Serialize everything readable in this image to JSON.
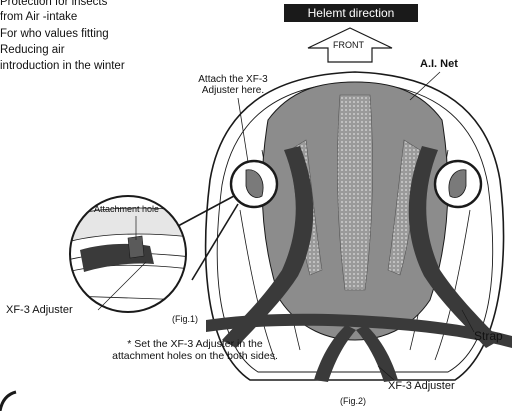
{
  "intro": {
    "lines": [
      "Protection for insects",
      "from Air -intake",
      "For who values fitting",
      "Reducing air",
      "introduction in the winter"
    ]
  },
  "header": {
    "direction_banner": "Helemt direction",
    "front_label": "FRONT"
  },
  "labels": {
    "ai_net": "A.I. Net",
    "attach_here": [
      "Attach the XF-3",
      "Adjuster here."
    ],
    "attachment_hole": "Attachment hole",
    "xf3_adjuster_left": "XF-3 Adjuster",
    "xf3_adjuster_bottom": "XF-3 Adjuster",
    "strap": "Strap",
    "note": [
      "* Set the XF-3 Adjuster in the",
      "attachment holes on the both sides."
    ],
    "fig1": "(Fig.1)",
    "fig2": "(Fig.2)"
  },
  "colors": {
    "shell_outline": "#1a1a1a",
    "net_fill": "#8c8c8c",
    "net_pad": "#bdbdbd",
    "strap": "#3a3a3a",
    "banner_bg": "#1a1a1a",
    "banner_text": "#ffffff"
  }
}
